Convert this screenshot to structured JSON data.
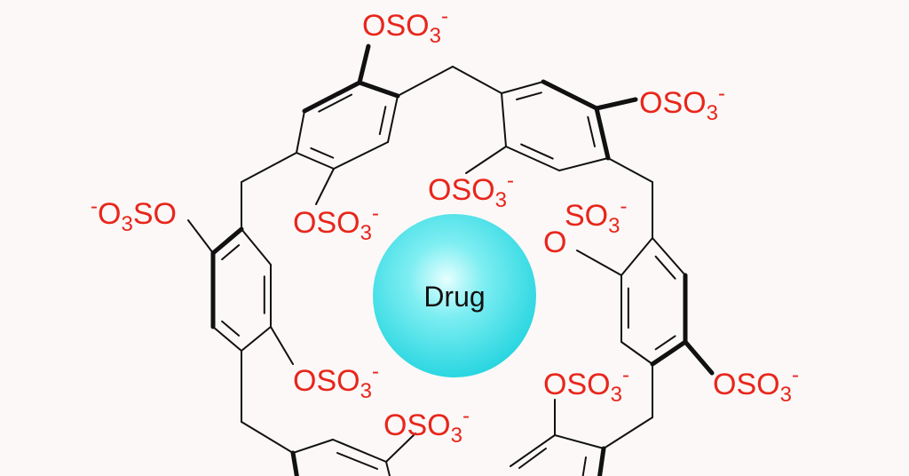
{
  "drug": {
    "label": "Drug",
    "color": "#39dbe3"
  },
  "label_color": "#e8261b",
  "labels": [
    {
      "main": "OSO",
      "sub": "3",
      "sup": "-"
    },
    {
      "main": "OSO",
      "sub": "3",
      "sup": "-"
    },
    {
      "main": "OSO",
      "sub": "3",
      "sup": "-"
    },
    {
      "pre": "-",
      "main": "O",
      "sub": "3",
      "post": "SO"
    },
    {
      "main": "OSO",
      "sub": "3",
      "sup": "-"
    },
    {
      "main": "SO",
      "sub": "3",
      "sup": "-"
    },
    {
      "main": "O"
    },
    {
      "main": "OSO",
      "sub": "3",
      "sup": "-"
    },
    {
      "main": "OSO",
      "sub": "3",
      "sup": "-"
    },
    {
      "main": "OSO",
      "sub": "3",
      "sup": "-"
    },
    {
      "main": "OSO",
      "sub": "3",
      "sup": "-"
    }
  ]
}
